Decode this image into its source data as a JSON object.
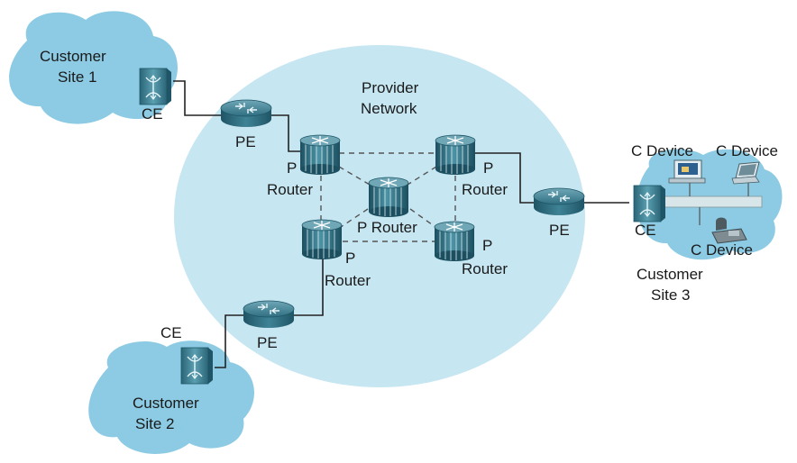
{
  "provider": {
    "line1": "Provider",
    "line2": "Network"
  },
  "sites": {
    "site1": {
      "line1": "Customer",
      "line2": "Site 1"
    },
    "site2": {
      "line1": "Customer",
      "line2": "Site 2"
    },
    "site3": {
      "line1": "Customer",
      "line2": "Site 3"
    }
  },
  "ce_label": "CE",
  "pe_label": "PE",
  "p_label": "P",
  "router_label": "Router",
  "p_router_label": "P Router",
  "c_device_label": "C Device",
  "colors": {
    "cloud": "#8ccbe3",
    "provider_fill": "#c6e6f1",
    "device": "#2f6f82",
    "link": "#222222",
    "dashed_link": "#555555"
  },
  "icons": [
    "ce-switch-icon",
    "pe-router-icon",
    "p-router-icon",
    "pc-icon",
    "laptop-icon",
    "phone-icon"
  ]
}
